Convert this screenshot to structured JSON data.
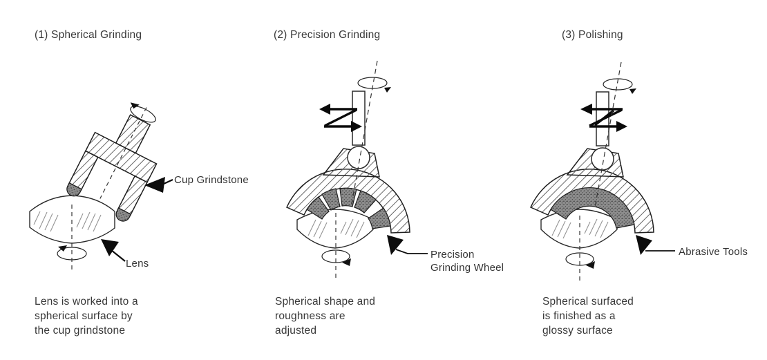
{
  "figure": {
    "colors": {
      "ink": "#1f1f1f",
      "text": "#3a3a3a",
      "abrasive_fill": "#8d8d8d",
      "abrasive_dot": "#3e3e3e",
      "hatch_line": "#666666"
    },
    "panels": [
      {
        "step_title": "(1) Spherical Grinding",
        "caption_lines": [
          "Lens is worked into a",
          "spherical surface by",
          "the cup grindstone"
        ],
        "callouts": {
          "tool": "Cup Grindstone",
          "lens": "Lens"
        }
      },
      {
        "step_title": "(2) Precision Grinding",
        "caption_lines": [
          "Spherical shape and",
          "roughness are",
          "adjusted"
        ],
        "callouts": {
          "wheel_line1": "Precision",
          "wheel_line2": "Grinding Wheel"
        }
      },
      {
        "step_title": "(3) Polishing",
        "caption_lines": [
          "Spherical surfaced",
          "is finished as a",
          "glossy surface"
        ],
        "callouts": {
          "tool": "Abrasive Tools"
        }
      }
    ]
  }
}
